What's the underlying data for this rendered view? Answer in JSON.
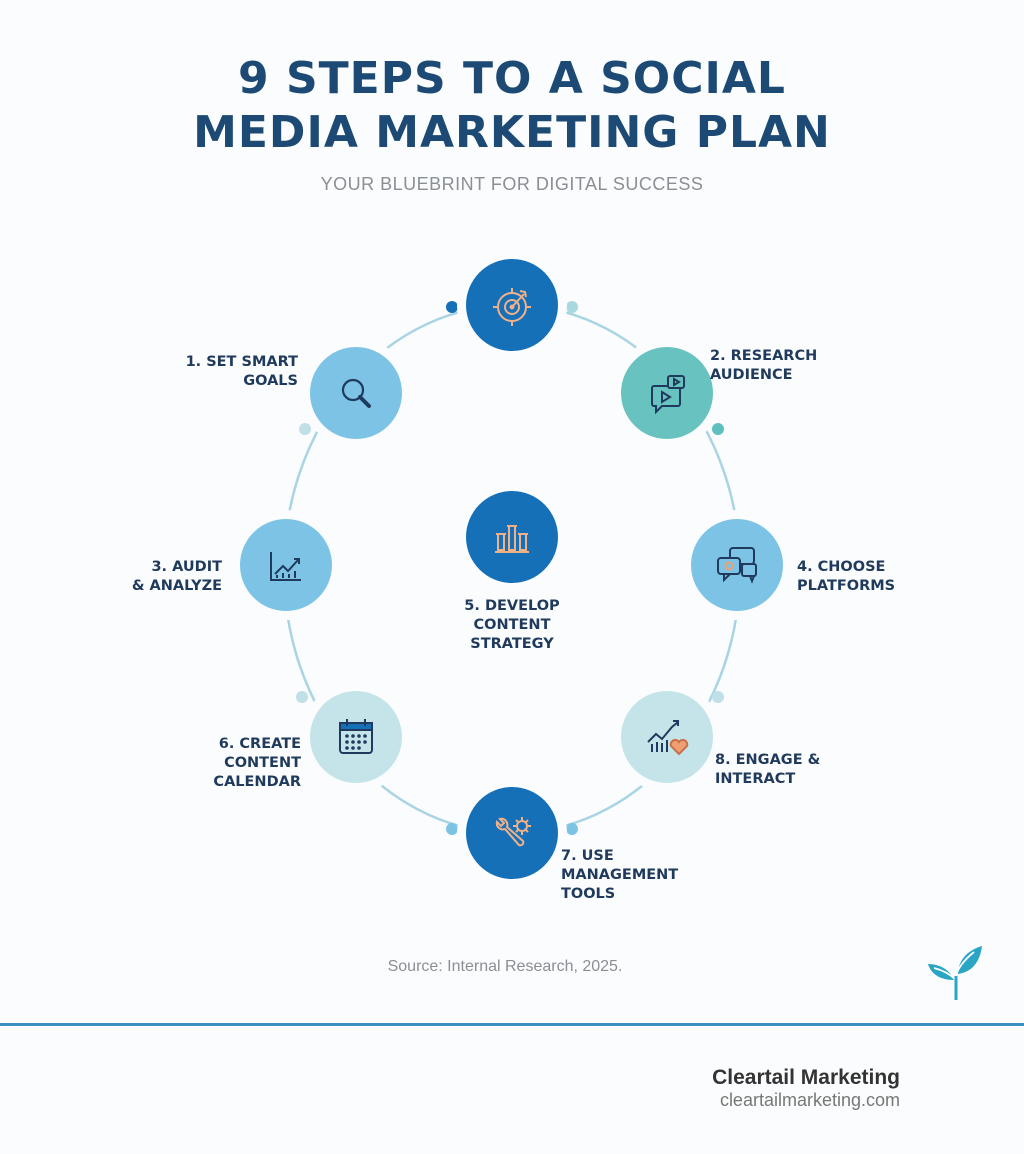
{
  "header": {
    "title_lines": [
      "9 STEPS TO A SOCIAL",
      "MEDIA MARKETING PLAN"
    ],
    "subtitle": "YOUR BLUEBRINT FOR DIGITAL SUCCESS"
  },
  "colors": {
    "dark_blue": "#1570b8",
    "light_blue": "#7cc3e6",
    "teal": "#68c3c0",
    "pale": "#c5e4e9",
    "ring": "#a9d4e4",
    "accent_orange": "#f0a070",
    "title": "#1d4a75"
  },
  "steps": [
    {
      "icon": "target-icon",
      "lines": []
    },
    {
      "icon": "magnifier-icon",
      "lines": [
        "1. SET SMART",
        "GOALS"
      ]
    },
    {
      "icon": "video-chat-icon",
      "lines": [
        "2. RESEARCH",
        "AUDIENCE"
      ]
    },
    {
      "icon": "chart-up-icon",
      "lines": [
        "3. AUDIT",
        "& ANALYZE"
      ]
    },
    {
      "icon": "chat-bubbles-icon",
      "lines": [
        "4. CHOOSE",
        "PLATFORMS"
      ]
    },
    {
      "icon": "pillars-icon",
      "lines": [
        "5. DEVELOP",
        "CONTENT",
        "STRATEGY"
      ]
    },
    {
      "icon": "calendar-icon",
      "lines": [
        "6. CREATE",
        "CONTENT",
        "CALENDAR"
      ]
    },
    {
      "icon": "wrench-gear-icon",
      "lines": [
        "7. USE",
        "MANAGEMENT",
        "TOOLS"
      ]
    },
    {
      "icon": "growth-heart-icon",
      "lines": [
        "8. ENGAGE &",
        "INTERACT"
      ]
    }
  ],
  "source": "Source: Internal Research, 2025.",
  "footer": {
    "brand": "Cleartail Marketing",
    "url": "cleartailmarketing.com",
    "logo_icon": "leaf-sprout-icon"
  }
}
